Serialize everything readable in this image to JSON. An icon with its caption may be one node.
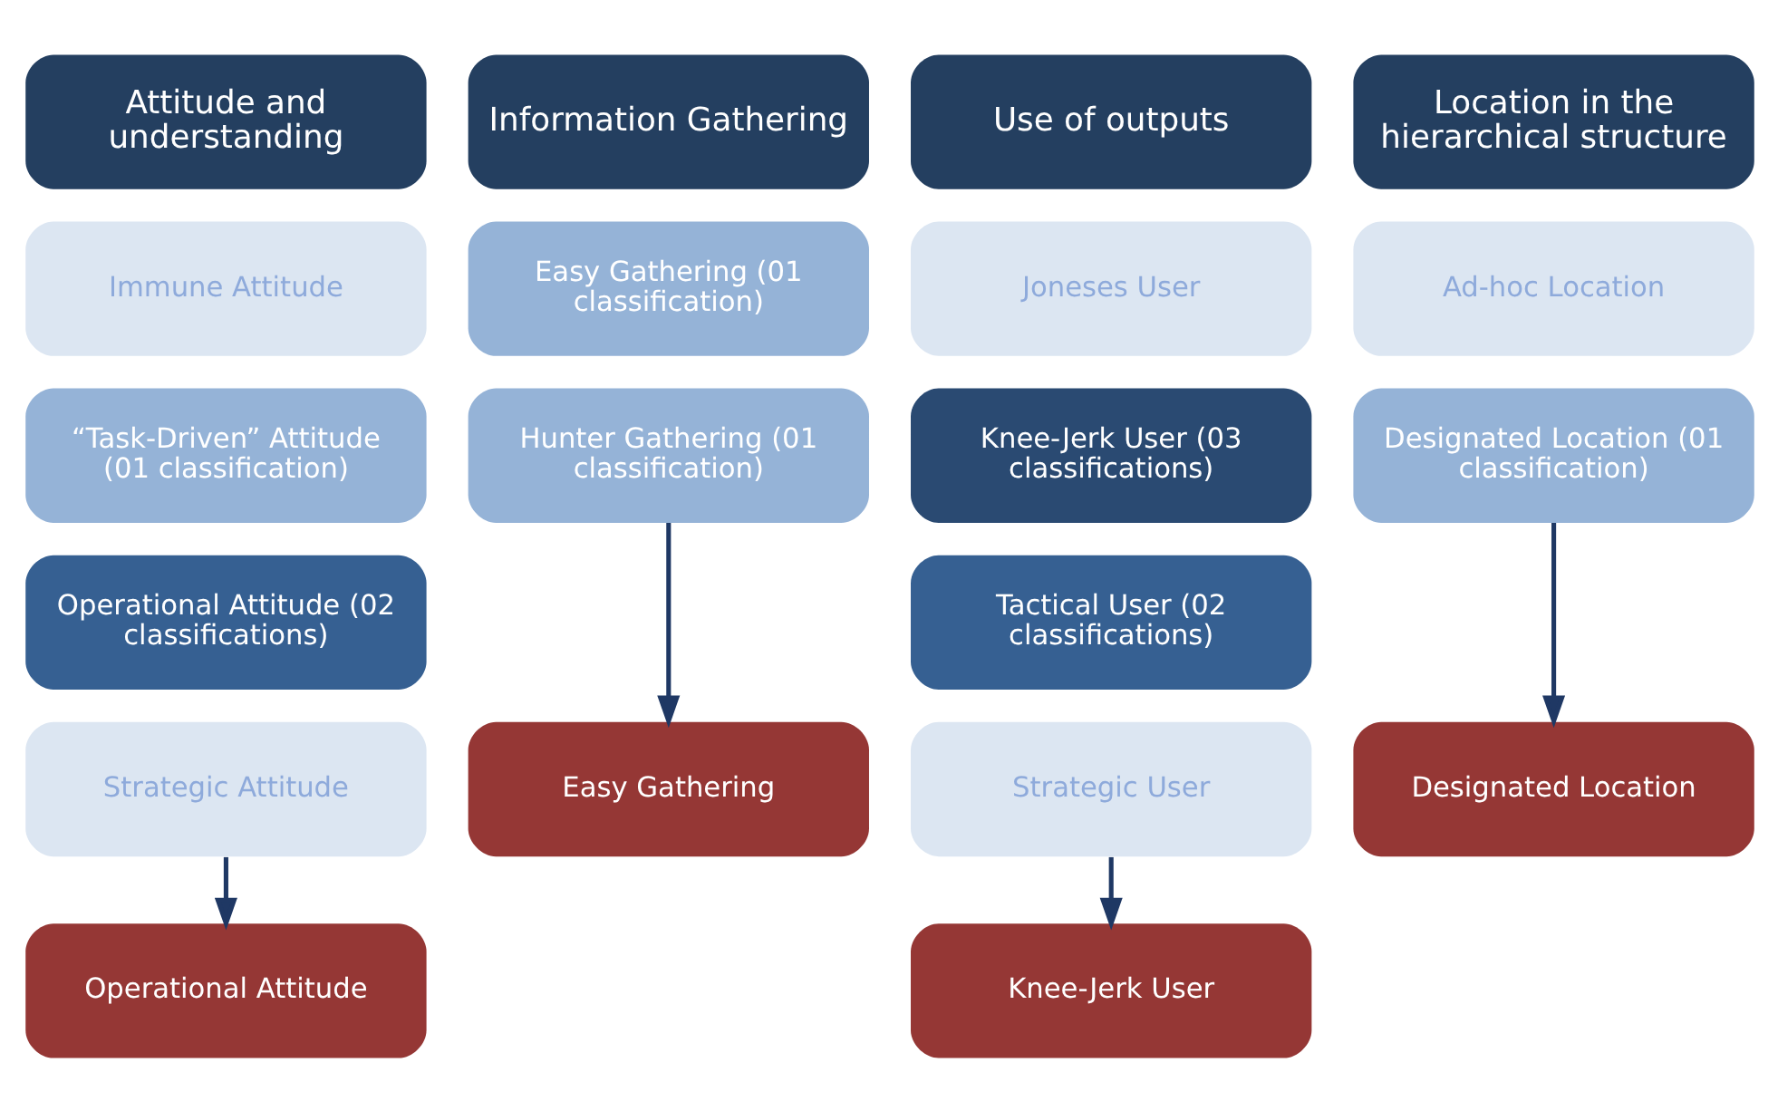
{
  "diagram": {
    "nodes": [
      {
        "text": [
          "Attitude and understanding"
        ]
      },
      {
        "text": [
          "Immune Attitude"
        ]
      },
      {
        "text": [
          "“Task-Driven” Attitude (01 classification)"
        ]
      },
      {
        "text": [
          "Operational Attitude (02 classifications)"
        ]
      },
      {
        "text": [
          "Strategic Attitude"
        ]
      },
      {
        "text": [
          "Operational Attitude"
        ]
      },
      {
        "text": [
          "Information Gathering"
        ]
      },
      {
        "text": [
          "Easy Gathering (01 classification)"
        ]
      },
      {
        "text": [
          "Hunter Gathering (01 classification)"
        ]
      },
      {
        "text": [
          "Easy Gathering"
        ]
      },
      {
        "text": [
          "Use of outputs"
        ]
      },
      {
        "text": [
          "Joneses User"
        ]
      },
      {
        "text": [
          "Knee-Jerk User (03 classifications)"
        ]
      },
      {
        "text": [
          "Tactical User (02 classifications)"
        ]
      },
      {
        "text": [
          "Strategic User"
        ]
      },
      {
        "text": [
          "Knee-Jerk User"
        ]
      },
      {
        "text": [
          "Location in the hierarchical structure"
        ]
      },
      {
        "text": [
          "Ad-hoc Location"
        ]
      },
      {
        "text": [
          "Designated Location (01 classification)"
        ]
      },
      {
        "text": [
          "Designated Location"
        ]
      }
    ],
    "edges": [
      {
        "from": 4,
        "to": 5,
        "arrow": "to"
      },
      {
        "from": 8,
        "to": 9,
        "arrow": "to"
      },
      {
        "from": 14,
        "to": 15,
        "arrow": "to"
      },
      {
        "from": 18,
        "to": 19,
        "arrow": "to"
      }
    ]
  }
}
